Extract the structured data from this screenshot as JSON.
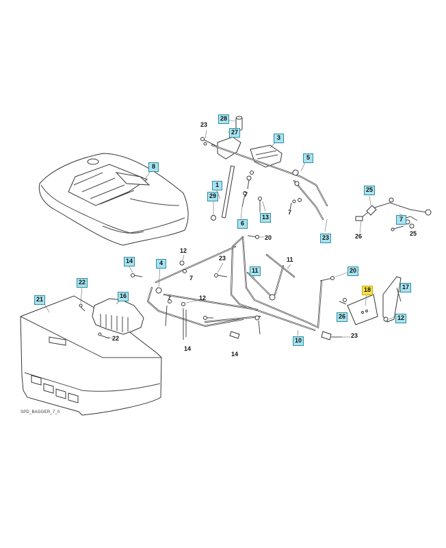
{
  "diagram": {
    "caption": "SPD_BAGGER_7_0",
    "callouts": [
      {
        "id": "c28",
        "label": "28",
        "boxed": true,
        "highlighted": false
      },
      {
        "id": "c27",
        "label": "27",
        "boxed": true,
        "highlighted": false
      },
      {
        "id": "c23a",
        "label": "23",
        "boxed": false,
        "highlighted": false
      },
      {
        "id": "c3",
        "label": "3",
        "boxed": true,
        "highlighted": false
      },
      {
        "id": "c8",
        "label": "8",
        "boxed": true,
        "highlighted": false
      },
      {
        "id": "c5",
        "label": "5",
        "boxed": true,
        "highlighted": false
      },
      {
        "id": "c1",
        "label": "1",
        "boxed": true,
        "highlighted": false
      },
      {
        "id": "c7a",
        "label": "7",
        "boxed": false,
        "highlighted": false
      },
      {
        "id": "c7b",
        "label": "7",
        "boxed": false,
        "highlighted": false
      },
      {
        "id": "c29",
        "label": "29",
        "boxed": true,
        "highlighted": false
      },
      {
        "id": "c6",
        "label": "6",
        "boxed": true,
        "highlighted": false
      },
      {
        "id": "c13",
        "label": "13",
        "boxed": true,
        "highlighted": false
      },
      {
        "id": "c23b",
        "label": "23",
        "boxed": true,
        "highlighted": false
      },
      {
        "id": "c25a",
        "label": "25",
        "boxed": true,
        "highlighted": false
      },
      {
        "id": "c25b",
        "label": "25",
        "boxed": false,
        "highlighted": false
      },
      {
        "id": "c7c",
        "label": "7",
        "boxed": true,
        "highlighted": false
      },
      {
        "id": "c26a",
        "label": "26",
        "boxed": false,
        "highlighted": false
      },
      {
        "id": "c20a",
        "label": "20",
        "boxed": false,
        "highlighted": false
      },
      {
        "id": "c12a",
        "label": "12",
        "boxed": false,
        "highlighted": false
      },
      {
        "id": "c14a",
        "label": "14",
        "boxed": true,
        "highlighted": false
      },
      {
        "id": "c4",
        "label": "4",
        "boxed": true,
        "highlighted": false
      },
      {
        "id": "c23c",
        "label": "23",
        "boxed": false,
        "highlighted": false
      },
      {
        "id": "c11a",
        "label": "11",
        "boxed": true,
        "highlighted": false
      },
      {
        "id": "c11b",
        "label": "11",
        "boxed": false,
        "highlighted": false
      },
      {
        "id": "c20b",
        "label": "20",
        "boxed": true,
        "highlighted": false
      },
      {
        "id": "c7d",
        "label": "7",
        "boxed": false,
        "highlighted": false
      },
      {
        "id": "c22a",
        "label": "22",
        "boxed": true,
        "highlighted": false
      },
      {
        "id": "c16a",
        "label": "16",
        "boxed": true,
        "highlighted": false
      },
      {
        "id": "c18",
        "label": "18",
        "boxed": true,
        "highlighted": true
      },
      {
        "id": "c17",
        "label": "17",
        "boxed": true,
        "highlighted": false
      },
      {
        "id": "c21",
        "label": "21",
        "boxed": true,
        "highlighted": false
      },
      {
        "id": "c12b",
        "label": "12",
        "boxed": false,
        "highlighted": false
      },
      {
        "id": "c7e",
        "label": "7",
        "boxed": false,
        "highlighted": false
      },
      {
        "id": "c26b",
        "label": "26",
        "boxed": true,
        "highlighted": false
      },
      {
        "id": "c12c",
        "label": "12",
        "boxed": true,
        "highlighted": false
      },
      {
        "id": "c22b",
        "label": "22",
        "boxed": false,
        "highlighted": false
      },
      {
        "id": "c14b",
        "label": "14",
        "boxed": false,
        "highlighted": false
      },
      {
        "id": "c10",
        "label": "10",
        "boxed": true,
        "highlighted": false
      },
      {
        "id": "c23d",
        "label": "23",
        "boxed": false,
        "highlighted": false
      },
      {
        "id": "c14c",
        "label": "14",
        "boxed": false,
        "highlighted": false
      }
    ]
  }
}
